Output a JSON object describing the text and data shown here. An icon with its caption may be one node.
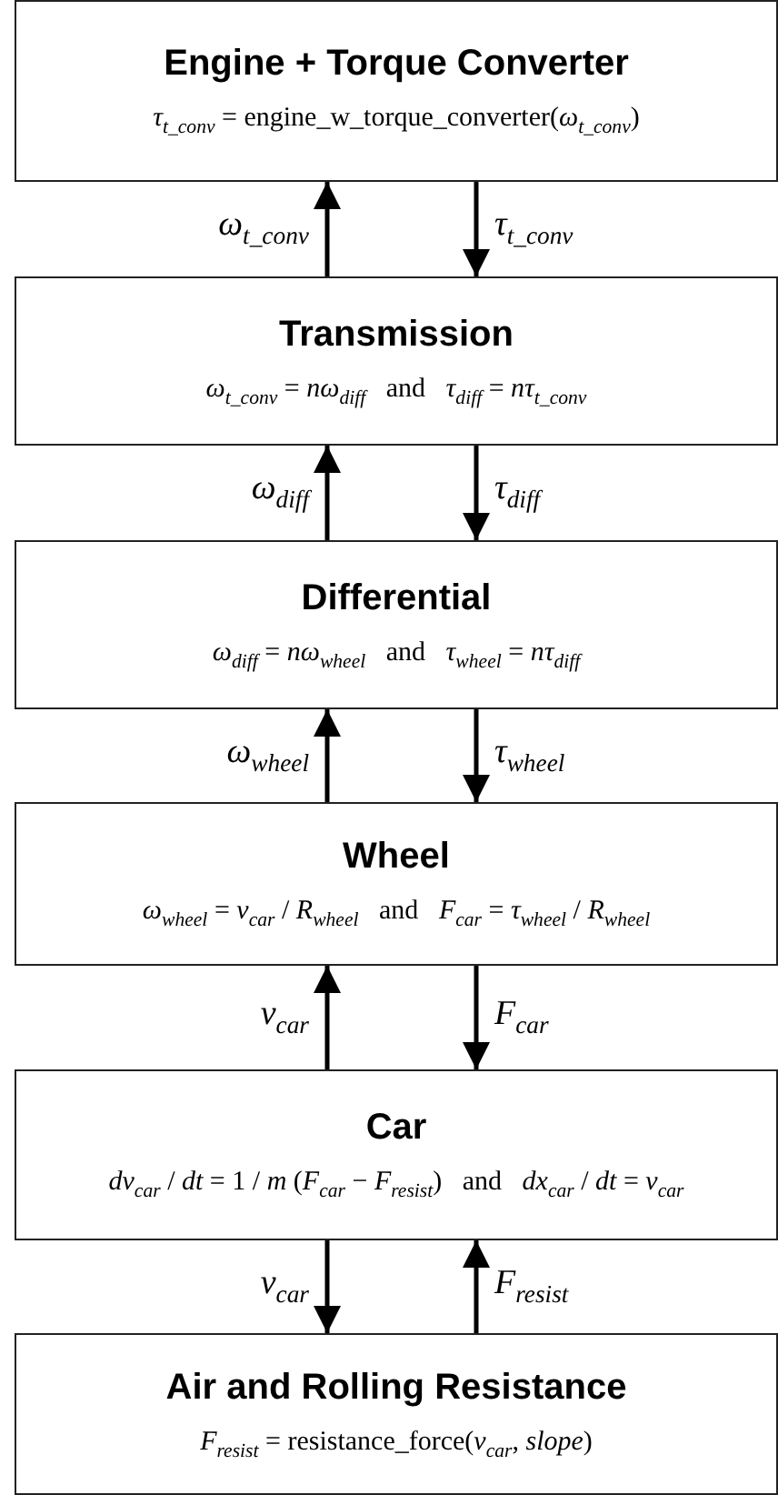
{
  "diagram": {
    "nodes": [
      {
        "text": [
          "Engine + Torque Converter",
          "*τ*$_{t_conv}$ = engine_w_torque_converter(*ω*$_{t_conv}$)"
        ]
      },
      {
        "text": [
          "Transmission",
          "*ω*$_{t_conv}$ = *nω*$_{diff}$   and   *τ*$_{diff}$ = *nτ*$_{t_conv}$"
        ]
      },
      {
        "text": [
          "Differential",
          "*ω*$_{diff}$ = *nω*$_{wheel}$   and   *τ*$_{wheel}$ = *nτ*$_{diff}$"
        ]
      },
      {
        "text": [
          "Wheel",
          "*ω*$_{wheel}$ = *v*$_{car}$ / *R*$_{wheel}$   and   *F*$_{car}$ = *τ*$_{wheel}$ / *R*$_{wheel}$"
        ]
      },
      {
        "text": [
          "Car",
          "*dv*$_{car}$ / *dt* = 1 / *m* (*F*$_{car}$ − *F*$_{resist}$)   and   *dx*$_{car}$ / *dt* = *v*$_{car}$"
        ]
      },
      {
        "text": [
          "Air and Rolling Resistance",
          "*F*$_{resist}$ = resistance_force(*v*$_{car}$, *slope*)"
        ]
      }
    ],
    "edges": [
      {
        "from": 1,
        "to": 0,
        "arrow": "to",
        "label": "*ω*$_{t_conv}$"
      },
      {
        "from": 0,
        "to": 1,
        "arrow": "to",
        "label": "*τ*$_{t_conv}$"
      },
      {
        "from": 2,
        "to": 1,
        "arrow": "to",
        "label": "*ω*$_{diff}$"
      },
      {
        "from": 1,
        "to": 2,
        "arrow": "to",
        "label": "*τ*$_{diff}$"
      },
      {
        "from": 3,
        "to": 2,
        "arrow": "to",
        "label": "*ω*$_{wheel}$"
      },
      {
        "from": 2,
        "to": 3,
        "arrow": "to",
        "label": "*τ*$_{wheel}$"
      },
      {
        "from": 4,
        "to": 3,
        "arrow": "to",
        "label": "*v*$_{car}$"
      },
      {
        "from": 3,
        "to": 4,
        "arrow": "to",
        "label": "*F*$_{car}$"
      },
      {
        "from": 4,
        "to": 5,
        "arrow": "to",
        "label": "*v*$_{car}$"
      },
      {
        "from": 5,
        "to": 4,
        "arrow": "to",
        "label": "*F*$_{resist}$"
      }
    ]
  }
}
